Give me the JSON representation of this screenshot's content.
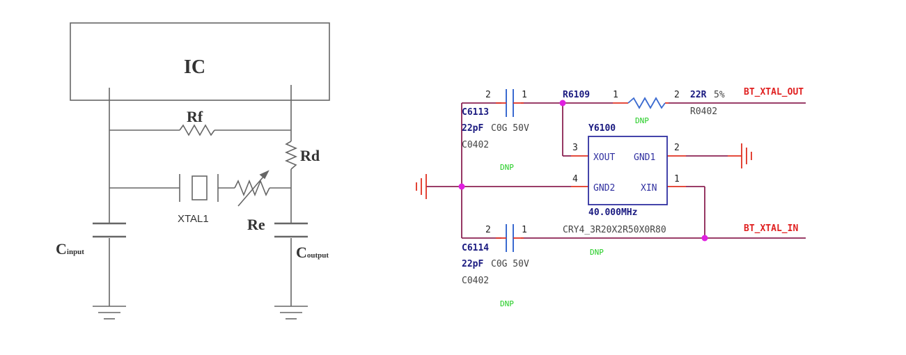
{
  "left_diagram": {
    "ic_label": "IC",
    "rf_label": "Rf",
    "rd_label": "Rd",
    "xtal_label": "XTAL1",
    "re_label": "Re",
    "cinput_main": "C",
    "cinput_sub": "input",
    "coutput_main": "C",
    "coutput_sub": "output"
  },
  "right_schematic": {
    "colors": {
      "wire": "#8b2252",
      "pin": "#e03020",
      "ref": "#1a1a80",
      "value": "#555555",
      "dnp": "#22cc22",
      "net": "#e02020",
      "junction": "#e020e0",
      "chip": "#3030a0"
    },
    "c6113": {
      "pin_left": "2",
      "pin_right": "1",
      "ref": "C6113",
      "value": "22pF",
      "spec": "C0G 50V",
      "footprint": "C0402",
      "dnp": "DNP"
    },
    "r6109": {
      "ref": "R6109",
      "pin_left": "1",
      "pin_right": "2",
      "value": "22R",
      "tolerance": "5%",
      "footprint": "R0402",
      "dnp": "DNP"
    },
    "net_out": "BT_XTAL_OUT",
    "net_in": "BT_XTAL_IN",
    "y6100": {
      "ref": "Y6100",
      "pin3": "3",
      "pin2": "2",
      "pin4": "4",
      "pin1": "1",
      "xout": "XOUT",
      "gnd1": "GND1",
      "gnd2": "GND2",
      "xin": "XIN",
      "freq": "40.000MHz",
      "footprint": "CRY4_3R20X2R50X0R80",
      "dnp": "DNP"
    },
    "c6114": {
      "pin_left": "2",
      "pin_right": "1",
      "ref": "C6114",
      "value": "22pF",
      "spec": "C0G 50V",
      "footprint": "C0402",
      "dnp": "DNP"
    }
  }
}
